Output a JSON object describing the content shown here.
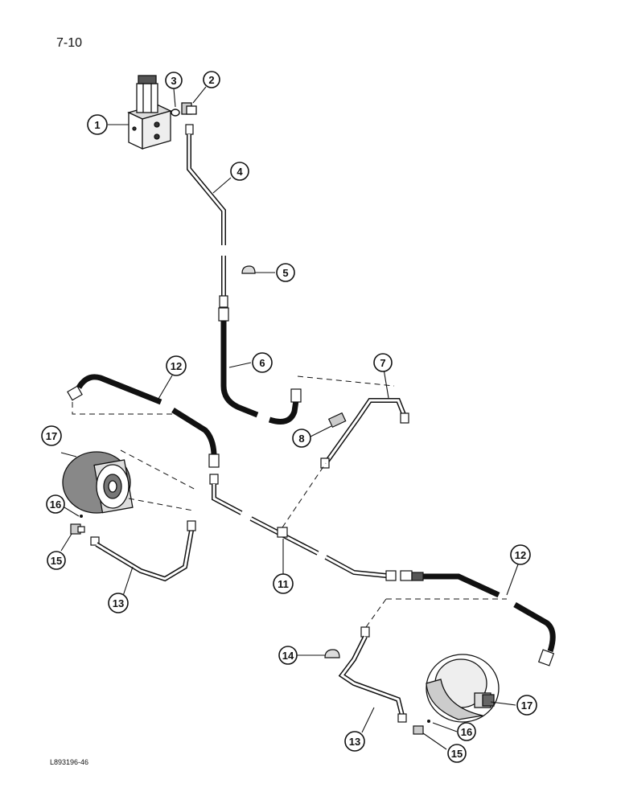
{
  "page_number": "7-10",
  "figure_code": "L893196-46",
  "callouts": [
    "1",
    "2",
    "3",
    "4",
    "5",
    "6",
    "7",
    "8",
    "11",
    "12",
    "12",
    "13",
    "13",
    "14",
    "15",
    "15",
    "16",
    "16",
    "17",
    "17"
  ]
}
